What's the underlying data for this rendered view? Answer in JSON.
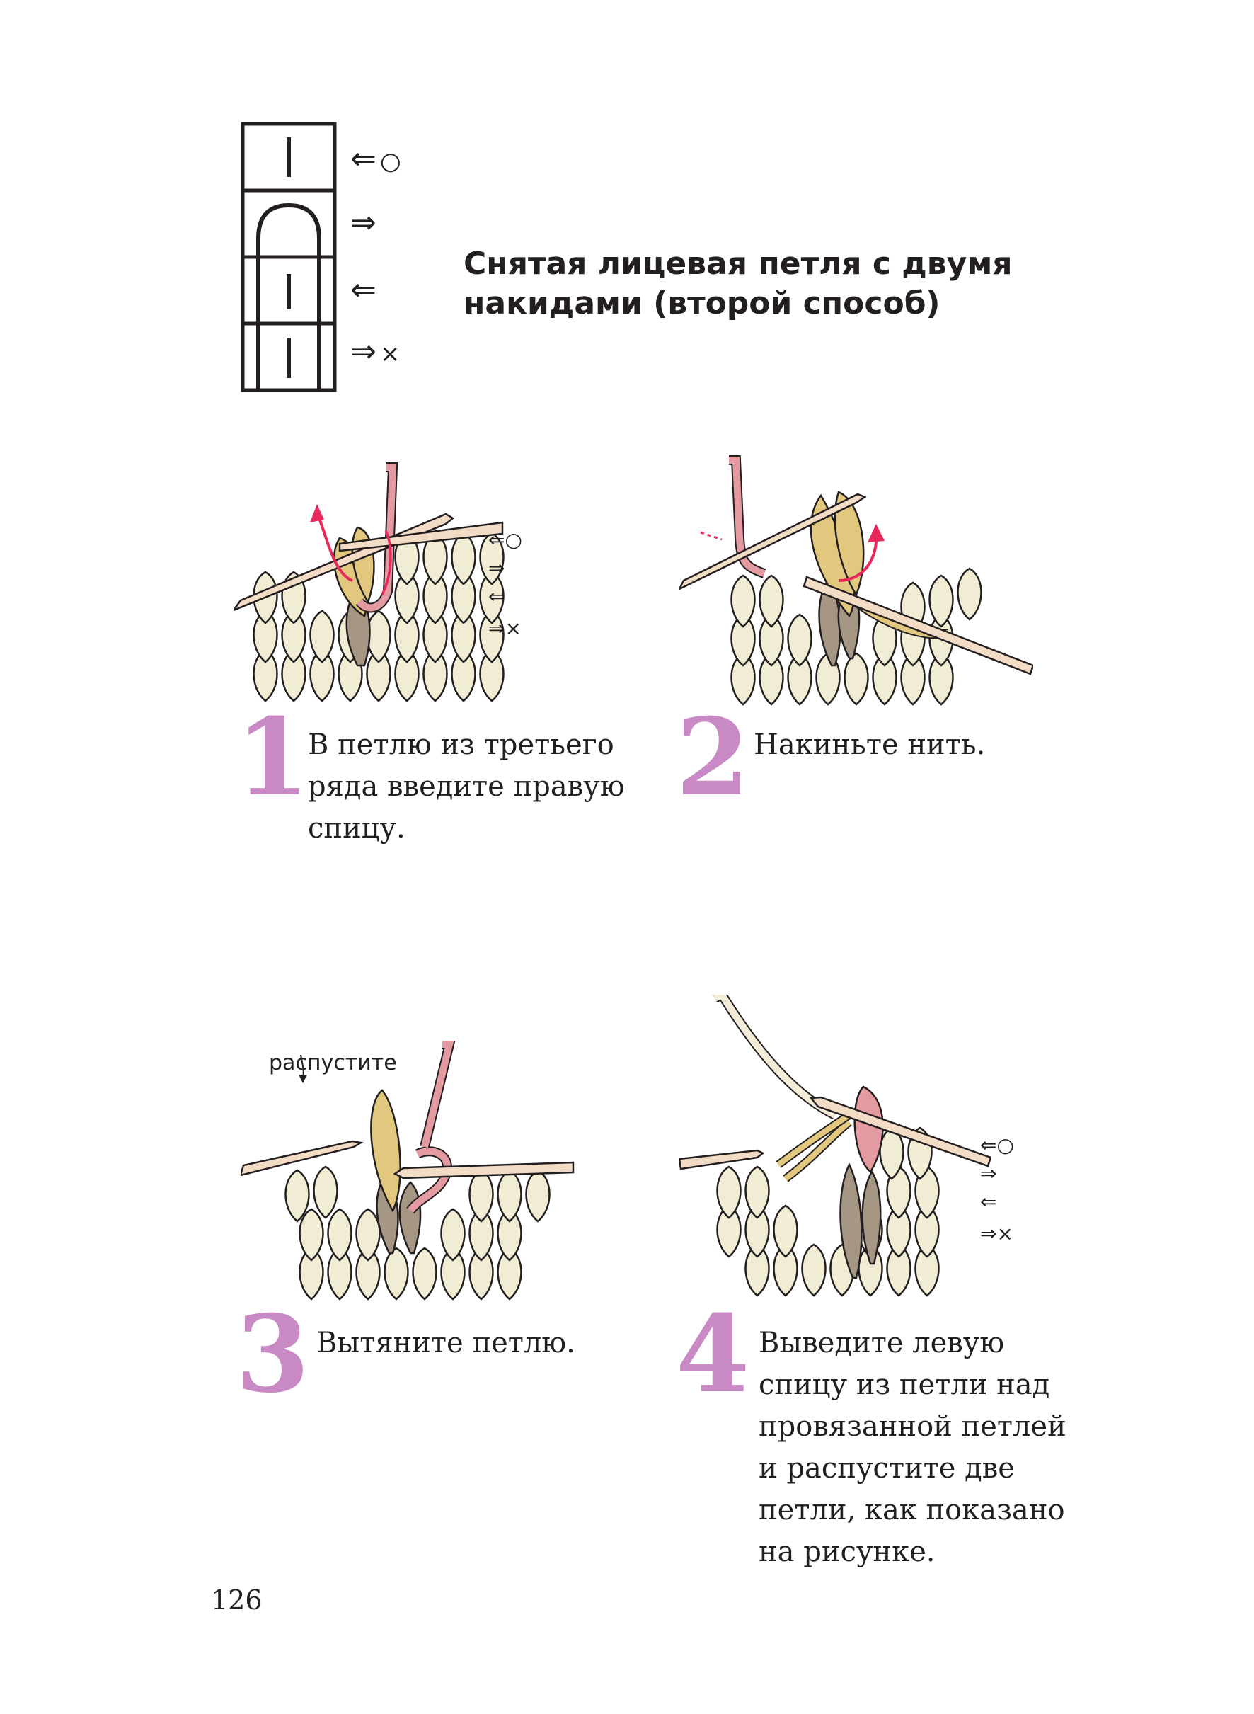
{
  "title": "Снятая лицевая петля с двумя накидами (второй способ)",
  "legend": {
    "rows": [
      {
        "arrow": "⇐",
        "mark": "○"
      },
      {
        "arrow": "⇒",
        "mark": ""
      },
      {
        "arrow": "⇐",
        "mark": ""
      },
      {
        "arrow": "⇒",
        "mark": "×"
      }
    ]
  },
  "steps": [
    {
      "number": "1",
      "text": "В петлю из третьего ряда введите правую спицу."
    },
    {
      "number": "2",
      "text": "Накиньте нить."
    },
    {
      "number": "3",
      "text": "Вытяните петлю.",
      "annotation": "распустите"
    },
    {
      "number": "4",
      "text": "Выведите левую спицу из петли над провязанной петлей и распустите две петли, как показано на рисунке."
    }
  ],
  "colors": {
    "step_number": "#c889c4",
    "yarn_cream": "#f1ecd4",
    "yarn_yellow": "#e2c77e",
    "yarn_pink": "#e39aa1",
    "yarn_taupe": "#a69684",
    "needle": "#f3dcc5",
    "arrow_red": "#e8285a"
  },
  "page_number": "126"
}
